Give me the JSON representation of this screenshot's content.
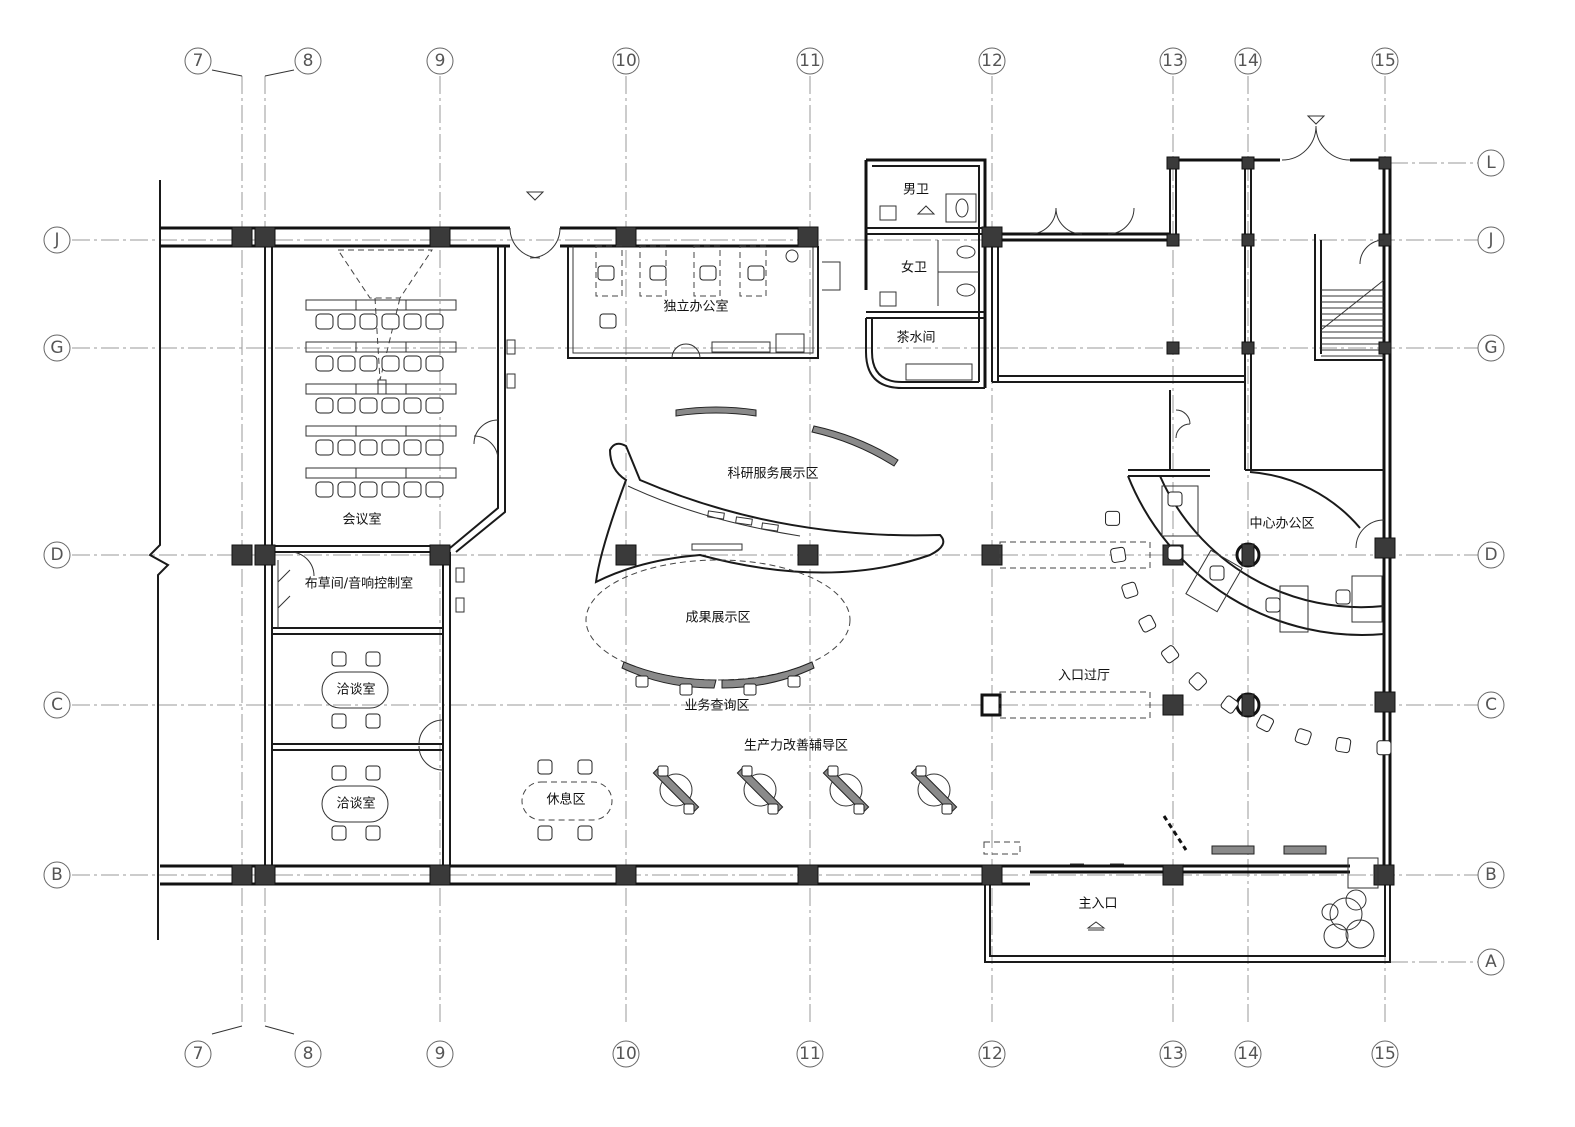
{
  "axes": {
    "columns": [
      "7",
      "8",
      "9",
      "10",
      "11",
      "12",
      "13",
      "14",
      "15"
    ],
    "rows_left": [
      "J",
      "G",
      "D",
      "C",
      "B"
    ],
    "rows_right": [
      "L",
      "J",
      "G",
      "D",
      "C",
      "B",
      "A"
    ]
  },
  "rooms": {
    "meeting_room": "会议室",
    "linen_av_room": "布草间/音响控制室",
    "negotiation_room_1": "洽谈室",
    "negotiation_room_2": "洽谈室",
    "private_office": "独立办公室",
    "mens_restroom": "男卫",
    "womens_restroom": "女卫",
    "tea_room": "茶水间",
    "research_exhibit": "科研服务展示区",
    "results_exhibit": "成果展示区",
    "business_inquiry": "业务查询区",
    "productivity_zone": "生产力改善辅导区",
    "rest_area": "休息区",
    "central_office": "中心办公区",
    "entrance_hall": "入口过厅",
    "main_entrance": "主入口"
  }
}
